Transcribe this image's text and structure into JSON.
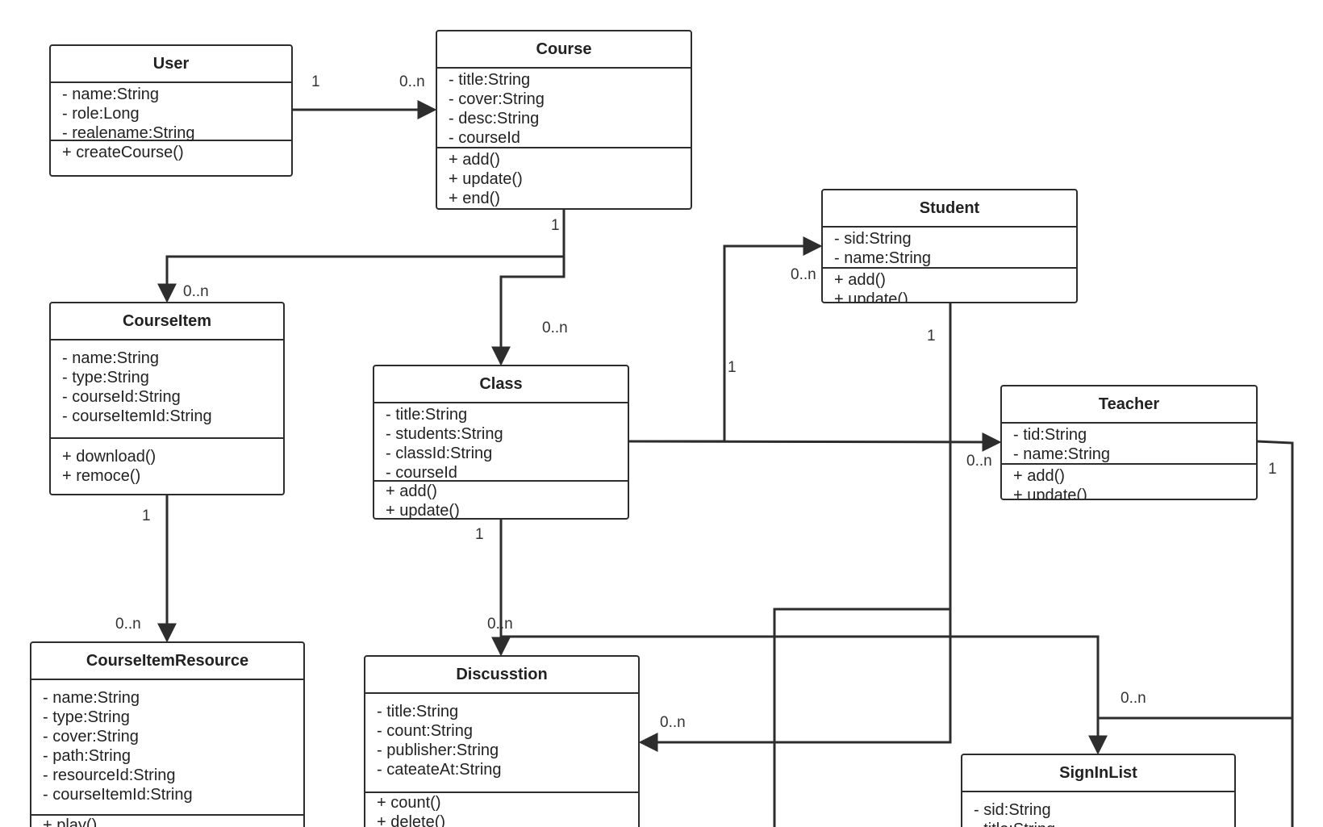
{
  "classes": {
    "user": {
      "name": "User",
      "attributes": [
        "- name:String",
        "- role:Long",
        "- realename:String"
      ],
      "methods": [
        "+ createCourse()"
      ]
    },
    "course": {
      "name": "Course",
      "attributes": [
        "- title:String",
        "- cover:String",
        "- desc:String",
        "- courseId"
      ],
      "methods": [
        "+ add()",
        "+ update()",
        "+ end()"
      ]
    },
    "student": {
      "name": "Student",
      "attributes": [
        "- sid:String",
        "- name:String"
      ],
      "methods": [
        "+ add()",
        "+ update()"
      ]
    },
    "course_item": {
      "name": "CourseItem",
      "attributes": [
        "- name:String",
        "- type:String",
        "- courseId:String",
        "- courseItemId:String"
      ],
      "methods": [
        "+ download()",
        "+ remoce()"
      ]
    },
    "class": {
      "name": "Class",
      "attributes": [
        "- title:String",
        "- students:String",
        "- classId:String",
        "- courseId"
      ],
      "methods": [
        "+ add()",
        "+ update()"
      ]
    },
    "teacher": {
      "name": "Teacher",
      "attributes": [
        "- tid:String",
        "- name:String"
      ],
      "methods": [
        "+ add()",
        "+ update()"
      ]
    },
    "course_item_resource": {
      "name": "CourseItemResource",
      "attributes": [
        "- name:String",
        "- type:String",
        "- cover:String",
        "- path:String",
        "- resourceId:String",
        "- courseItemId:String"
      ],
      "methods": [
        "+ play()"
      ]
    },
    "discussion": {
      "name": "Discusstion",
      "attributes": [
        "- title:String",
        "- count:String",
        "- publisher:String",
        "- cateateAt:String"
      ],
      "methods": [
        "+ count()",
        "+ delete()"
      ]
    },
    "sign_in_list": {
      "name": "SignInList",
      "attributes": [
        "- sid:String",
        "- title:String"
      ],
      "methods": []
    }
  },
  "multiplicities": {
    "user_course_src": "1",
    "user_course_dst": "0..n",
    "course_src": "1",
    "courseitem_dst": "0..n",
    "class_dst": "0..n",
    "class_src_student": "1",
    "student_dst": "0..n",
    "teacher_dst": "0..n",
    "student_src": "1",
    "teacher_src": "1",
    "courseitem_src": "1",
    "resource_dst": "0..n",
    "class_src": "1",
    "discussion_dst_top": "0..n",
    "discussion_dst_right": "0..n",
    "signin_dst": "0..n"
  }
}
